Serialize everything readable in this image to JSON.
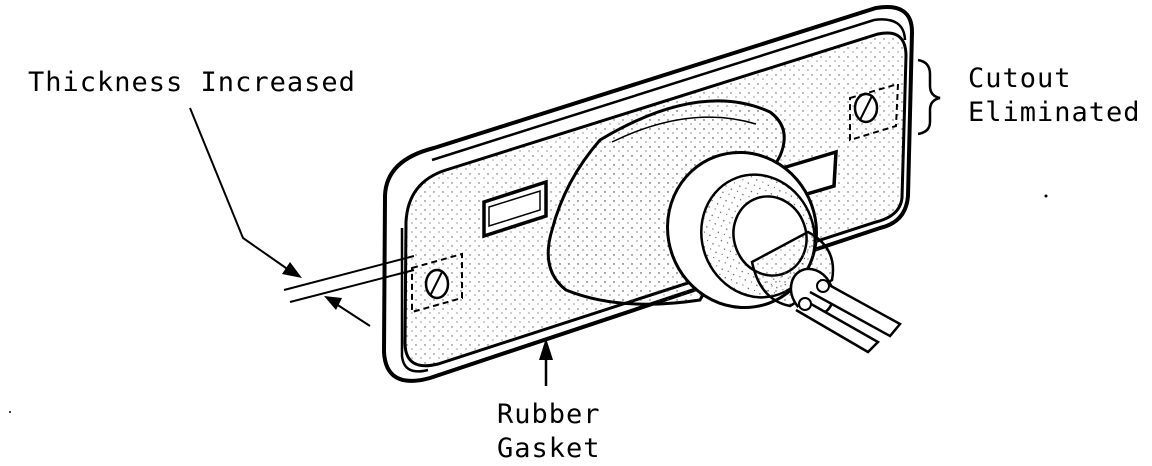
{
  "labels": {
    "thickness": "Thickness Increased",
    "cutout_line1": "Cutout",
    "cutout_line2": "Eliminated",
    "gasket_line1": "Rubber",
    "gasket_line2": "Gasket"
  }
}
